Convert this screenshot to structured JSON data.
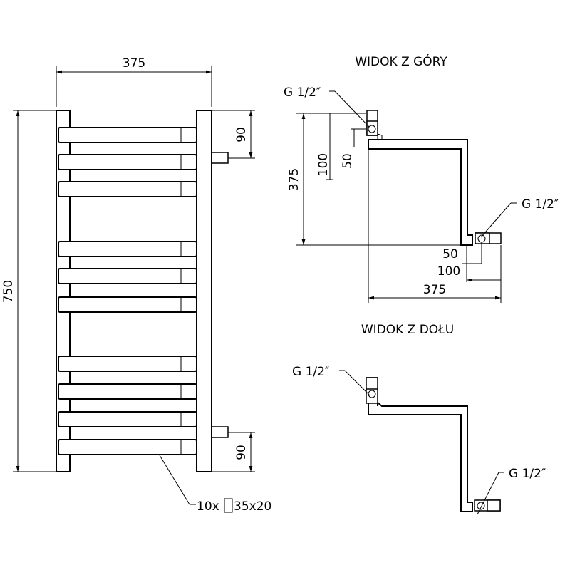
{
  "front": {
    "width_label": "375",
    "height_label": "750",
    "top_offset_label": "90",
    "bottom_offset_label": "90",
    "bar_spec_count": "10x",
    "bar_spec_size": "35x20"
  },
  "top_view": {
    "title": "WIDOK Z GÓRY",
    "thread_label_1": "G 1/2″",
    "thread_label_2": "G 1/2″",
    "depth_label": "375",
    "dim_100_v": "100",
    "dim_50_v": "50",
    "dim_50_h": "50",
    "dim_100_h": "100",
    "dim_375_h": "375"
  },
  "bottom_view": {
    "title": "WIDOK Z DOŁU",
    "thread_label_1": "G 1/2″",
    "thread_label_2": "G 1/2″"
  }
}
